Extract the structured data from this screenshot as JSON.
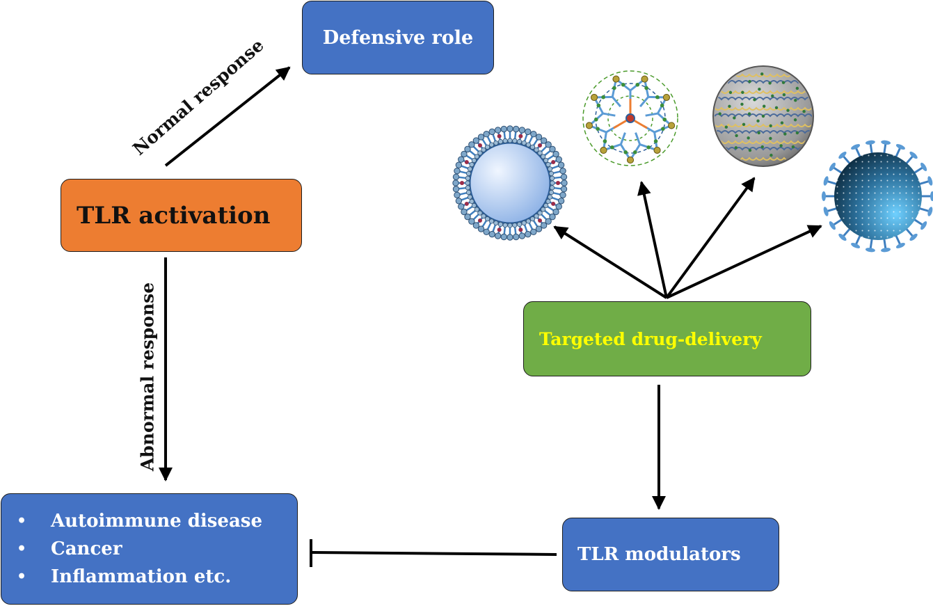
{
  "nodes": {
    "defensive_role": "Defensive role",
    "tlr_activation": "TLR activation",
    "targeted_drug_delivery": "Targeted drug-delivery",
    "tlr_modulators": "TLR modulators",
    "disease_items": [
      "Autoimmune disease",
      "Cancer",
      "Inflammation etc."
    ]
  },
  "edges": {
    "normal_response": "Normal response",
    "abnormal_response": "Abnormal response"
  },
  "icons": [
    "liposome-icon",
    "dendrimer-icon",
    "polymeric-nanoparticle-icon",
    "virus-like-particle-icon"
  ],
  "colors": {
    "blue_box": "#4472c4",
    "orange_box": "#ed7d31",
    "green_box": "#70ad47",
    "drug_text": "#ffff00"
  }
}
